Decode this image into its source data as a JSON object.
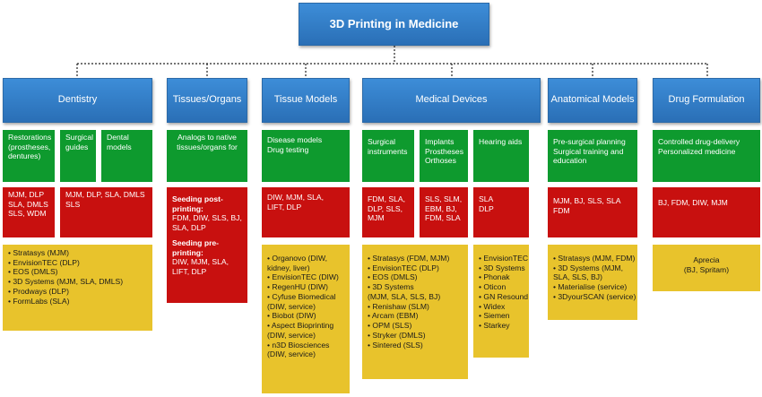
{
  "root": {
    "title": "3D Printing in Medicine"
  },
  "categories": [
    {
      "label": "Dentistry"
    },
    {
      "label": "Tissues/Organs"
    },
    {
      "label": "Tissue Models"
    },
    {
      "label": "Medical Devices"
    },
    {
      "label": "Anatomical Models"
    },
    {
      "label": "Drug Formulation"
    }
  ],
  "dentistry": {
    "sub": [
      {
        "lines": [
          "Restorations",
          "(prostheses,",
          "dentures)"
        ]
      },
      {
        "lines": [
          "Surgical",
          "guides"
        ]
      },
      {
        "lines": [
          "Dental",
          "models"
        ]
      }
    ],
    "tech": [
      {
        "lines": [
          "MJM, DLP",
          "SLA, DMLS",
          "SLS, WDM"
        ]
      },
      {
        "lines": [
          "MJM,  DLP, SLA, DMLS",
          "SLS"
        ]
      }
    ],
    "companies": [
      "• Stratasys (MJM)",
      "• EnvisionTEC (DLP)",
      "• EOS (DMLS)",
      "• 3D Systems (MJM, SLA, DMLS)",
      "• Prodways (DLP)",
      "• FormLabs (SLA)"
    ]
  },
  "tissues": {
    "sub": [
      "Analogs to native",
      "tissues/organs for"
    ],
    "seeding_post_title": [
      "Seeding post-",
      "printing:"
    ],
    "seeding_post": [
      "FDM, DIW, SLS, BJ,",
      "SLA, DLP"
    ],
    "seeding_pre_title": [
      "Seeding pre-",
      "printing:"
    ],
    "seeding_pre": [
      "DIW, MJM, SLA,",
      "LIFT, DLP"
    ]
  },
  "tissue_models": {
    "sub": [
      "Disease models",
      "Drug testing"
    ],
    "tech": [
      "DIW, MJM, SLA,",
      "LIFT, DLP"
    ],
    "companies": [
      "• Organovo (DIW,",
      "  kidney, liver)",
      "• EnvisionTEC (DIW)",
      "• RegenHU (DIW)",
      "• Cyfuse Biomedical",
      "  (DIW, service)",
      "• Biobot (DIW)",
      "• Aspect Bioprinting",
      "  (DIW, service)",
      "• n3D Biosciences",
      "  (DIW, service)"
    ]
  },
  "medical_devices": {
    "sub": [
      {
        "lines": [
          "Surgical",
          "instruments"
        ]
      },
      {
        "lines": [
          "Implants",
          "Prostheses",
          "Orthoses"
        ]
      },
      {
        "lines": [
          "Hearing aids"
        ]
      }
    ],
    "tech": [
      {
        "lines": [
          "FDM, SLA,",
          "DLP, SLS,",
          "MJM"
        ]
      },
      {
        "lines": [
          "SLS, SLM,",
          "EBM, BJ,",
          "FDM, SLA"
        ]
      },
      {
        "lines": [
          "SLA",
          "DLP"
        ]
      }
    ],
    "companies_main": [
      "• Stratasys (FDM, MJM)",
      "• EnvisionTEC (DLP)",
      "• EOS (DMLS)",
      "• 3D Systems",
      "  (MJM, SLA, SLS, BJ)",
      "• Renishaw (SLM)",
      "• Arcam (EBM)",
      "• OPM (SLS)",
      "• Stryker (DMLS)",
      "• Sintered (SLS)"
    ],
    "companies_hearing": [
      "• EnvisionTEC",
      "• 3D Systems",
      "• Phonak",
      "• Oticon",
      "• GN Resound",
      "• Widex",
      "• Siemen",
      "• Starkey"
    ]
  },
  "anatomical": {
    "sub": [
      "Pre-surgical planning",
      "Surgical training and",
      "education"
    ],
    "tech": [
      "MJM, BJ, SLS, SLA",
      "FDM"
    ],
    "companies": [
      "• Stratasys (MJM, FDM)",
      "• 3D Systems (MJM,",
      "  SLA, SLS, BJ)",
      "• Materialise (service)",
      "• 3DyourSCAN (service)"
    ]
  },
  "drug": {
    "sub": [
      "Controlled drug-delivery",
      "Personalized medicine"
    ],
    "tech": [
      "BJ, FDM, DIW, MJM"
    ],
    "companies": [
      "Aprecia",
      "(BJ, Spritam)"
    ]
  },
  "colors": {
    "blue": "#2f7cc8",
    "green": "#0e9a2e",
    "red": "#c8100f",
    "yellow": "#e8c32c"
  }
}
